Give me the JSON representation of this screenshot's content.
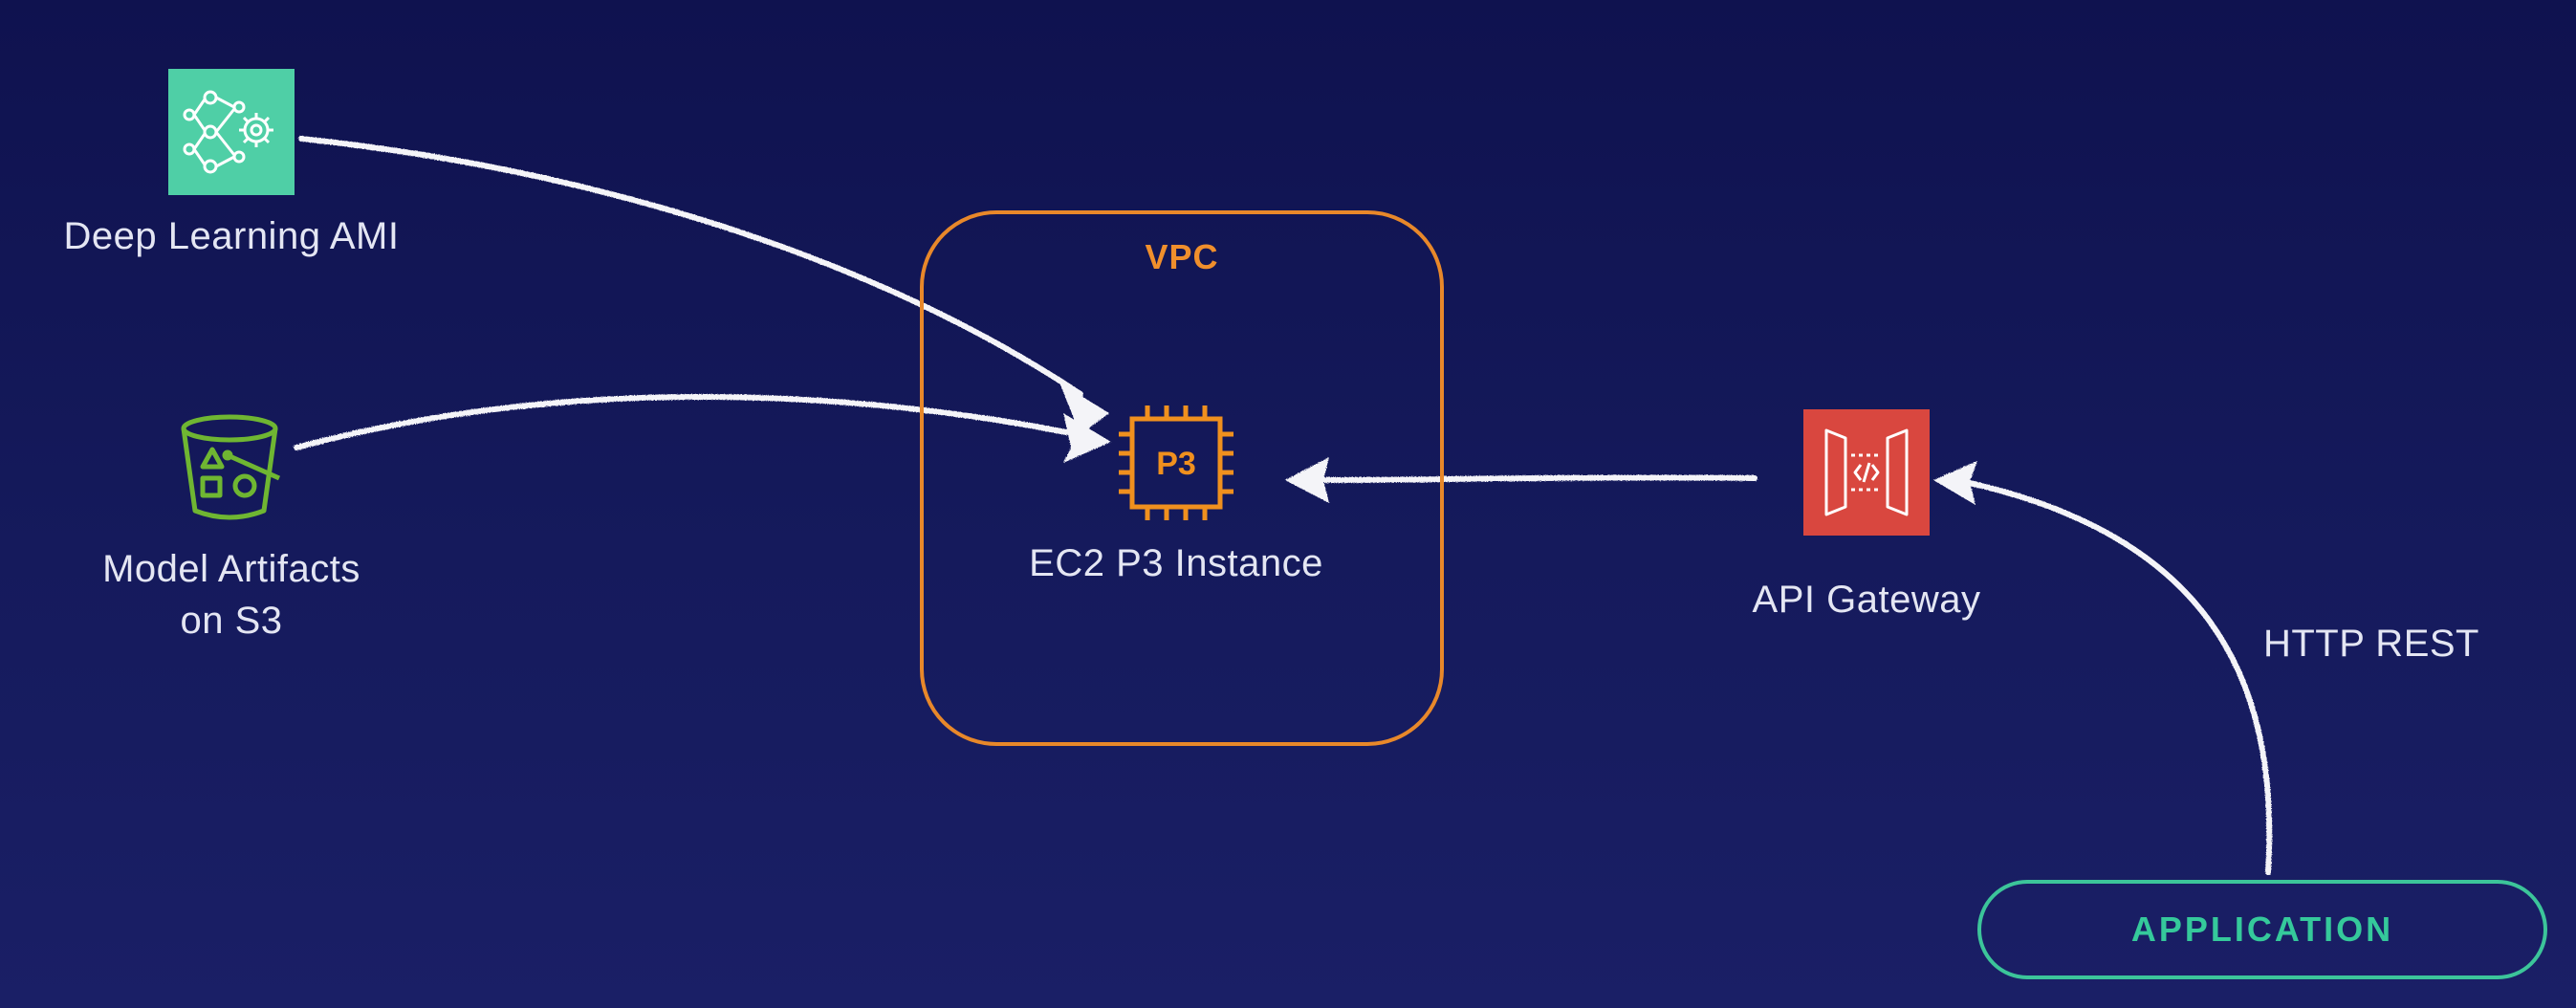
{
  "nodes": {
    "dlami": {
      "label": "Deep Learning AMI",
      "color": "#4fcfa6"
    },
    "s3": {
      "label": "Model Artifacts\non S3",
      "color": "#6fb632"
    },
    "vpc": {
      "title": "VPC",
      "color": "#e8882a"
    },
    "ec2": {
      "label": "EC2 P3 Instance",
      "chip_text": "P3",
      "color": "#f0901e"
    },
    "apigw": {
      "label": "API Gateway",
      "color": "#d9473f"
    },
    "app": {
      "label": "APPLICATION",
      "color": "#3cc59a"
    }
  },
  "edges": {
    "http": {
      "label": "HTTP REST"
    }
  },
  "icons": [
    "deep-learning-ami-icon",
    "s3-bucket-icon",
    "ec2-chip-icon",
    "api-gateway-icon"
  ]
}
